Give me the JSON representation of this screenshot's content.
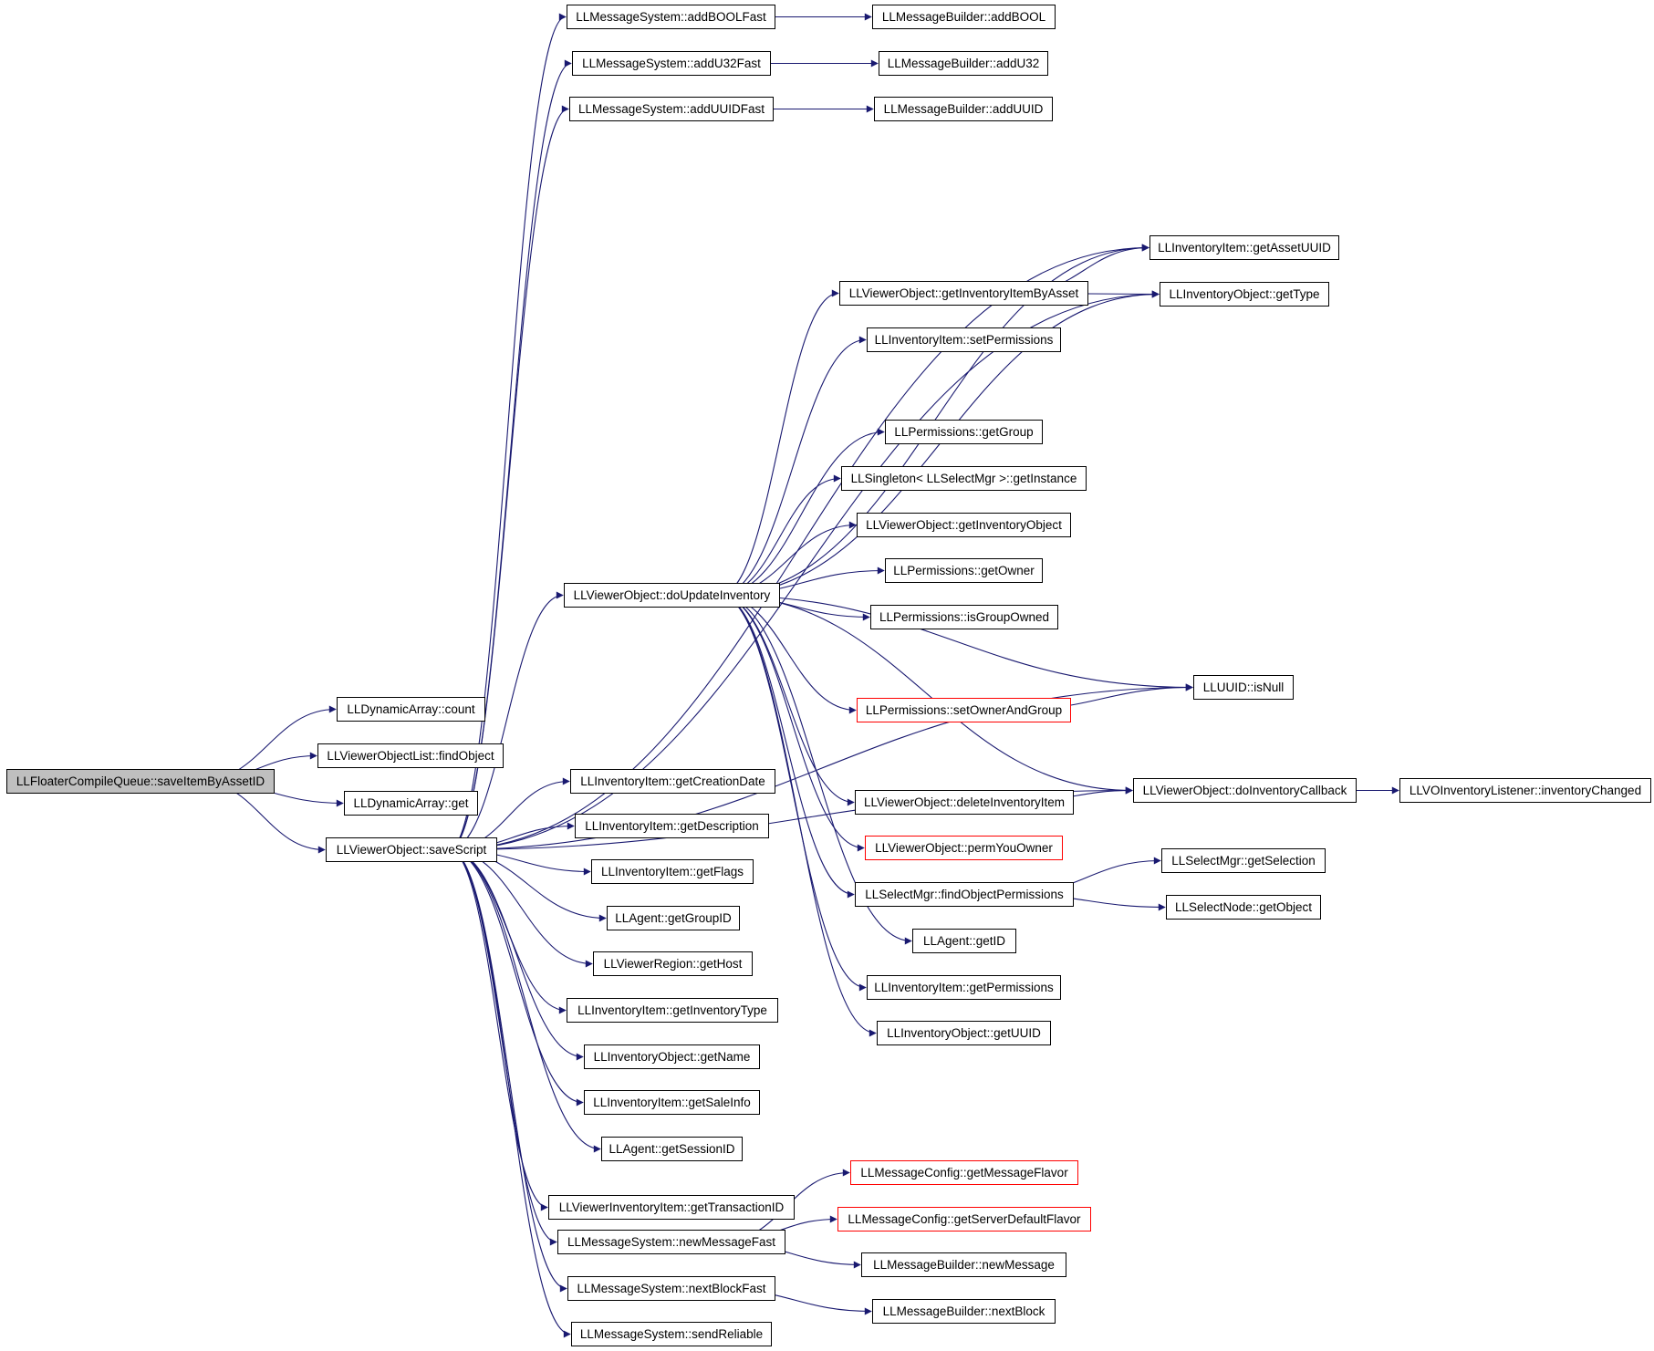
{
  "colors": {
    "edge": "#191970",
    "root_fill": "#bfbfbf",
    "border": "#000000",
    "truncated_border": "#ff0000"
  },
  "nodes": [
    {
      "id": "root",
      "label": "LLFloaterCompileQueue::saveItemByAssetID",
      "kind": "root"
    },
    {
      "id": "dyncount",
      "label": "LLDynamicArray::count"
    },
    {
      "id": "findobj",
      "label": "LLViewerObjectList::findObject"
    },
    {
      "id": "dynget",
      "label": "LLDynamicArray::get"
    },
    {
      "id": "savescript",
      "label": "LLViewerObject::saveScript"
    },
    {
      "id": "addboolfast",
      "label": "LLMessageSystem::addBOOLFast"
    },
    {
      "id": "addu32fast",
      "label": "LLMessageSystem::addU32Fast"
    },
    {
      "id": "adduuidfast",
      "label": "LLMessageSystem::addUUIDFast"
    },
    {
      "id": "doupdateinv",
      "label": "LLViewerObject::doUpdateInventory"
    },
    {
      "id": "getcreationdate",
      "label": "LLInventoryItem::getCreationDate"
    },
    {
      "id": "getdescription",
      "label": "LLInventoryItem::getDescription"
    },
    {
      "id": "getflags",
      "label": "LLInventoryItem::getFlags"
    },
    {
      "id": "getgroupid",
      "label": "LLAgent::getGroupID"
    },
    {
      "id": "gethost",
      "label": "LLViewerRegion::getHost"
    },
    {
      "id": "getinvtype",
      "label": "LLInventoryItem::getInventoryType"
    },
    {
      "id": "getname",
      "label": "LLInventoryObject::getName"
    },
    {
      "id": "getsaleinfo",
      "label": "LLInventoryItem::getSaleInfo"
    },
    {
      "id": "getsessionid",
      "label": "LLAgent::getSessionID"
    },
    {
      "id": "gettransid",
      "label": "LLViewerInventoryItem::getTransactionID"
    },
    {
      "id": "newmsgfast",
      "label": "LLMessageSystem::newMessageFast"
    },
    {
      "id": "nextblockfast",
      "label": "LLMessageSystem::nextBlockFast"
    },
    {
      "id": "sendreliable",
      "label": "LLMessageSystem::sendReliable"
    },
    {
      "id": "mb_addbool",
      "label": "LLMessageBuilder::addBOOL"
    },
    {
      "id": "mb_addu32",
      "label": "LLMessageBuilder::addU32"
    },
    {
      "id": "mb_adduuid",
      "label": "LLMessageBuilder::addUUID"
    },
    {
      "id": "getinvitembyasset",
      "label": "LLViewerObject::getInventoryItemByAsset"
    },
    {
      "id": "setpermissions",
      "label": "LLInventoryItem::setPermissions"
    },
    {
      "id": "perm_getgroup",
      "label": "LLPermissions::getGroup"
    },
    {
      "id": "singleton",
      "label": "LLSingleton< LLSelectMgr >::getInstance"
    },
    {
      "id": "getinvobject",
      "label": "LLViewerObject::getInventoryObject"
    },
    {
      "id": "perm_getowner",
      "label": "LLPermissions::getOwner"
    },
    {
      "id": "isgroupowned",
      "label": "LLPermissions::isGroupOwned"
    },
    {
      "id": "setownerandgroup",
      "label": "LLPermissions::setOwnerAndGroup",
      "kind": "red"
    },
    {
      "id": "deleteinvitem",
      "label": "LLViewerObject::deleteInventoryItem"
    },
    {
      "id": "permyouowner",
      "label": "LLViewerObject::permYouOwner",
      "kind": "red"
    },
    {
      "id": "findobjperms",
      "label": "LLSelectMgr::findObjectPermissions"
    },
    {
      "id": "agent_getid",
      "label": "LLAgent::getID"
    },
    {
      "id": "getperms",
      "label": "LLInventoryItem::getPermissions"
    },
    {
      "id": "getuuid",
      "label": "LLInventoryObject::getUUID"
    },
    {
      "id": "getassetuuid",
      "label": "LLInventoryItem::getAssetUUID"
    },
    {
      "id": "gettype",
      "label": "LLInventoryObject::getType"
    },
    {
      "id": "isnull",
      "label": "LLUUID::isNull"
    },
    {
      "id": "doinvcallback",
      "label": "LLViewerObject::doInventoryCallback"
    },
    {
      "id": "invchanged",
      "label": "LLVOInventoryListener::inventoryChanged"
    },
    {
      "id": "getselection",
      "label": "LLSelectMgr::getSelection"
    },
    {
      "id": "selnode_getobj",
      "label": "LLSelectNode::getObject"
    },
    {
      "id": "getmsgflavor",
      "label": "LLMessageConfig::getMessageFlavor",
      "kind": "red"
    },
    {
      "id": "getserverflavor",
      "label": "LLMessageConfig::getServerDefaultFlavor",
      "kind": "red"
    },
    {
      "id": "mb_newmessage",
      "label": "LLMessageBuilder::newMessage"
    },
    {
      "id": "mb_nextblock",
      "label": "LLMessageBuilder::nextBlock"
    }
  ],
  "edges": [
    [
      "root",
      "dyncount"
    ],
    [
      "root",
      "findobj"
    ],
    [
      "root",
      "dynget"
    ],
    [
      "root",
      "savescript"
    ],
    [
      "savescript",
      "addboolfast"
    ],
    [
      "savescript",
      "addu32fast"
    ],
    [
      "savescript",
      "adduuidfast"
    ],
    [
      "savescript",
      "doupdateinv"
    ],
    [
      "savescript",
      "getassetuuid"
    ],
    [
      "savescript",
      "gettype"
    ],
    [
      "savescript",
      "isnull"
    ],
    [
      "savescript",
      "doinvcallback"
    ],
    [
      "savescript",
      "getcreationdate"
    ],
    [
      "savescript",
      "getdescription"
    ],
    [
      "savescript",
      "getflags"
    ],
    [
      "savescript",
      "getgroupid"
    ],
    [
      "savescript",
      "gethost"
    ],
    [
      "savescript",
      "getinvtype"
    ],
    [
      "savescript",
      "getname"
    ],
    [
      "savescript",
      "getsaleinfo"
    ],
    [
      "savescript",
      "getsessionid"
    ],
    [
      "savescript",
      "gettransid"
    ],
    [
      "savescript",
      "newmsgfast"
    ],
    [
      "savescript",
      "nextblockfast"
    ],
    [
      "savescript",
      "sendreliable"
    ],
    [
      "addboolfast",
      "mb_addbool"
    ],
    [
      "addu32fast",
      "mb_addu32"
    ],
    [
      "adduuidfast",
      "mb_adduuid"
    ],
    [
      "doupdateinv",
      "getassetuuid"
    ],
    [
      "doupdateinv",
      "getinvitembyasset"
    ],
    [
      "doupdateinv",
      "gettype"
    ],
    [
      "doupdateinv",
      "setpermissions"
    ],
    [
      "doupdateinv",
      "perm_getgroup"
    ],
    [
      "doupdateinv",
      "singleton"
    ],
    [
      "doupdateinv",
      "getinvobject"
    ],
    [
      "doupdateinv",
      "perm_getowner"
    ],
    [
      "doupdateinv",
      "isgroupowned"
    ],
    [
      "doupdateinv",
      "isnull"
    ],
    [
      "doupdateinv",
      "setownerandgroup"
    ],
    [
      "doupdateinv",
      "doinvcallback"
    ],
    [
      "doupdateinv",
      "deleteinvitem"
    ],
    [
      "doupdateinv",
      "permyouowner"
    ],
    [
      "doupdateinv",
      "findobjperms"
    ],
    [
      "doupdateinv",
      "agent_getid"
    ],
    [
      "doupdateinv",
      "getperms"
    ],
    [
      "doupdateinv",
      "getuuid"
    ],
    [
      "getinvitembyasset",
      "getassetuuid"
    ],
    [
      "getinvitembyasset",
      "gettype"
    ],
    [
      "setownerandgroup",
      "isnull"
    ],
    [
      "deleteinvitem",
      "doinvcallback"
    ],
    [
      "doinvcallback",
      "invchanged"
    ],
    [
      "findobjperms",
      "getselection"
    ],
    [
      "findobjperms",
      "selnode_getobj"
    ],
    [
      "newmsgfast",
      "getmsgflavor"
    ],
    [
      "newmsgfast",
      "getserverflavor"
    ],
    [
      "newmsgfast",
      "mb_newmessage"
    ],
    [
      "nextblockfast",
      "mb_nextblock"
    ]
  ]
}
